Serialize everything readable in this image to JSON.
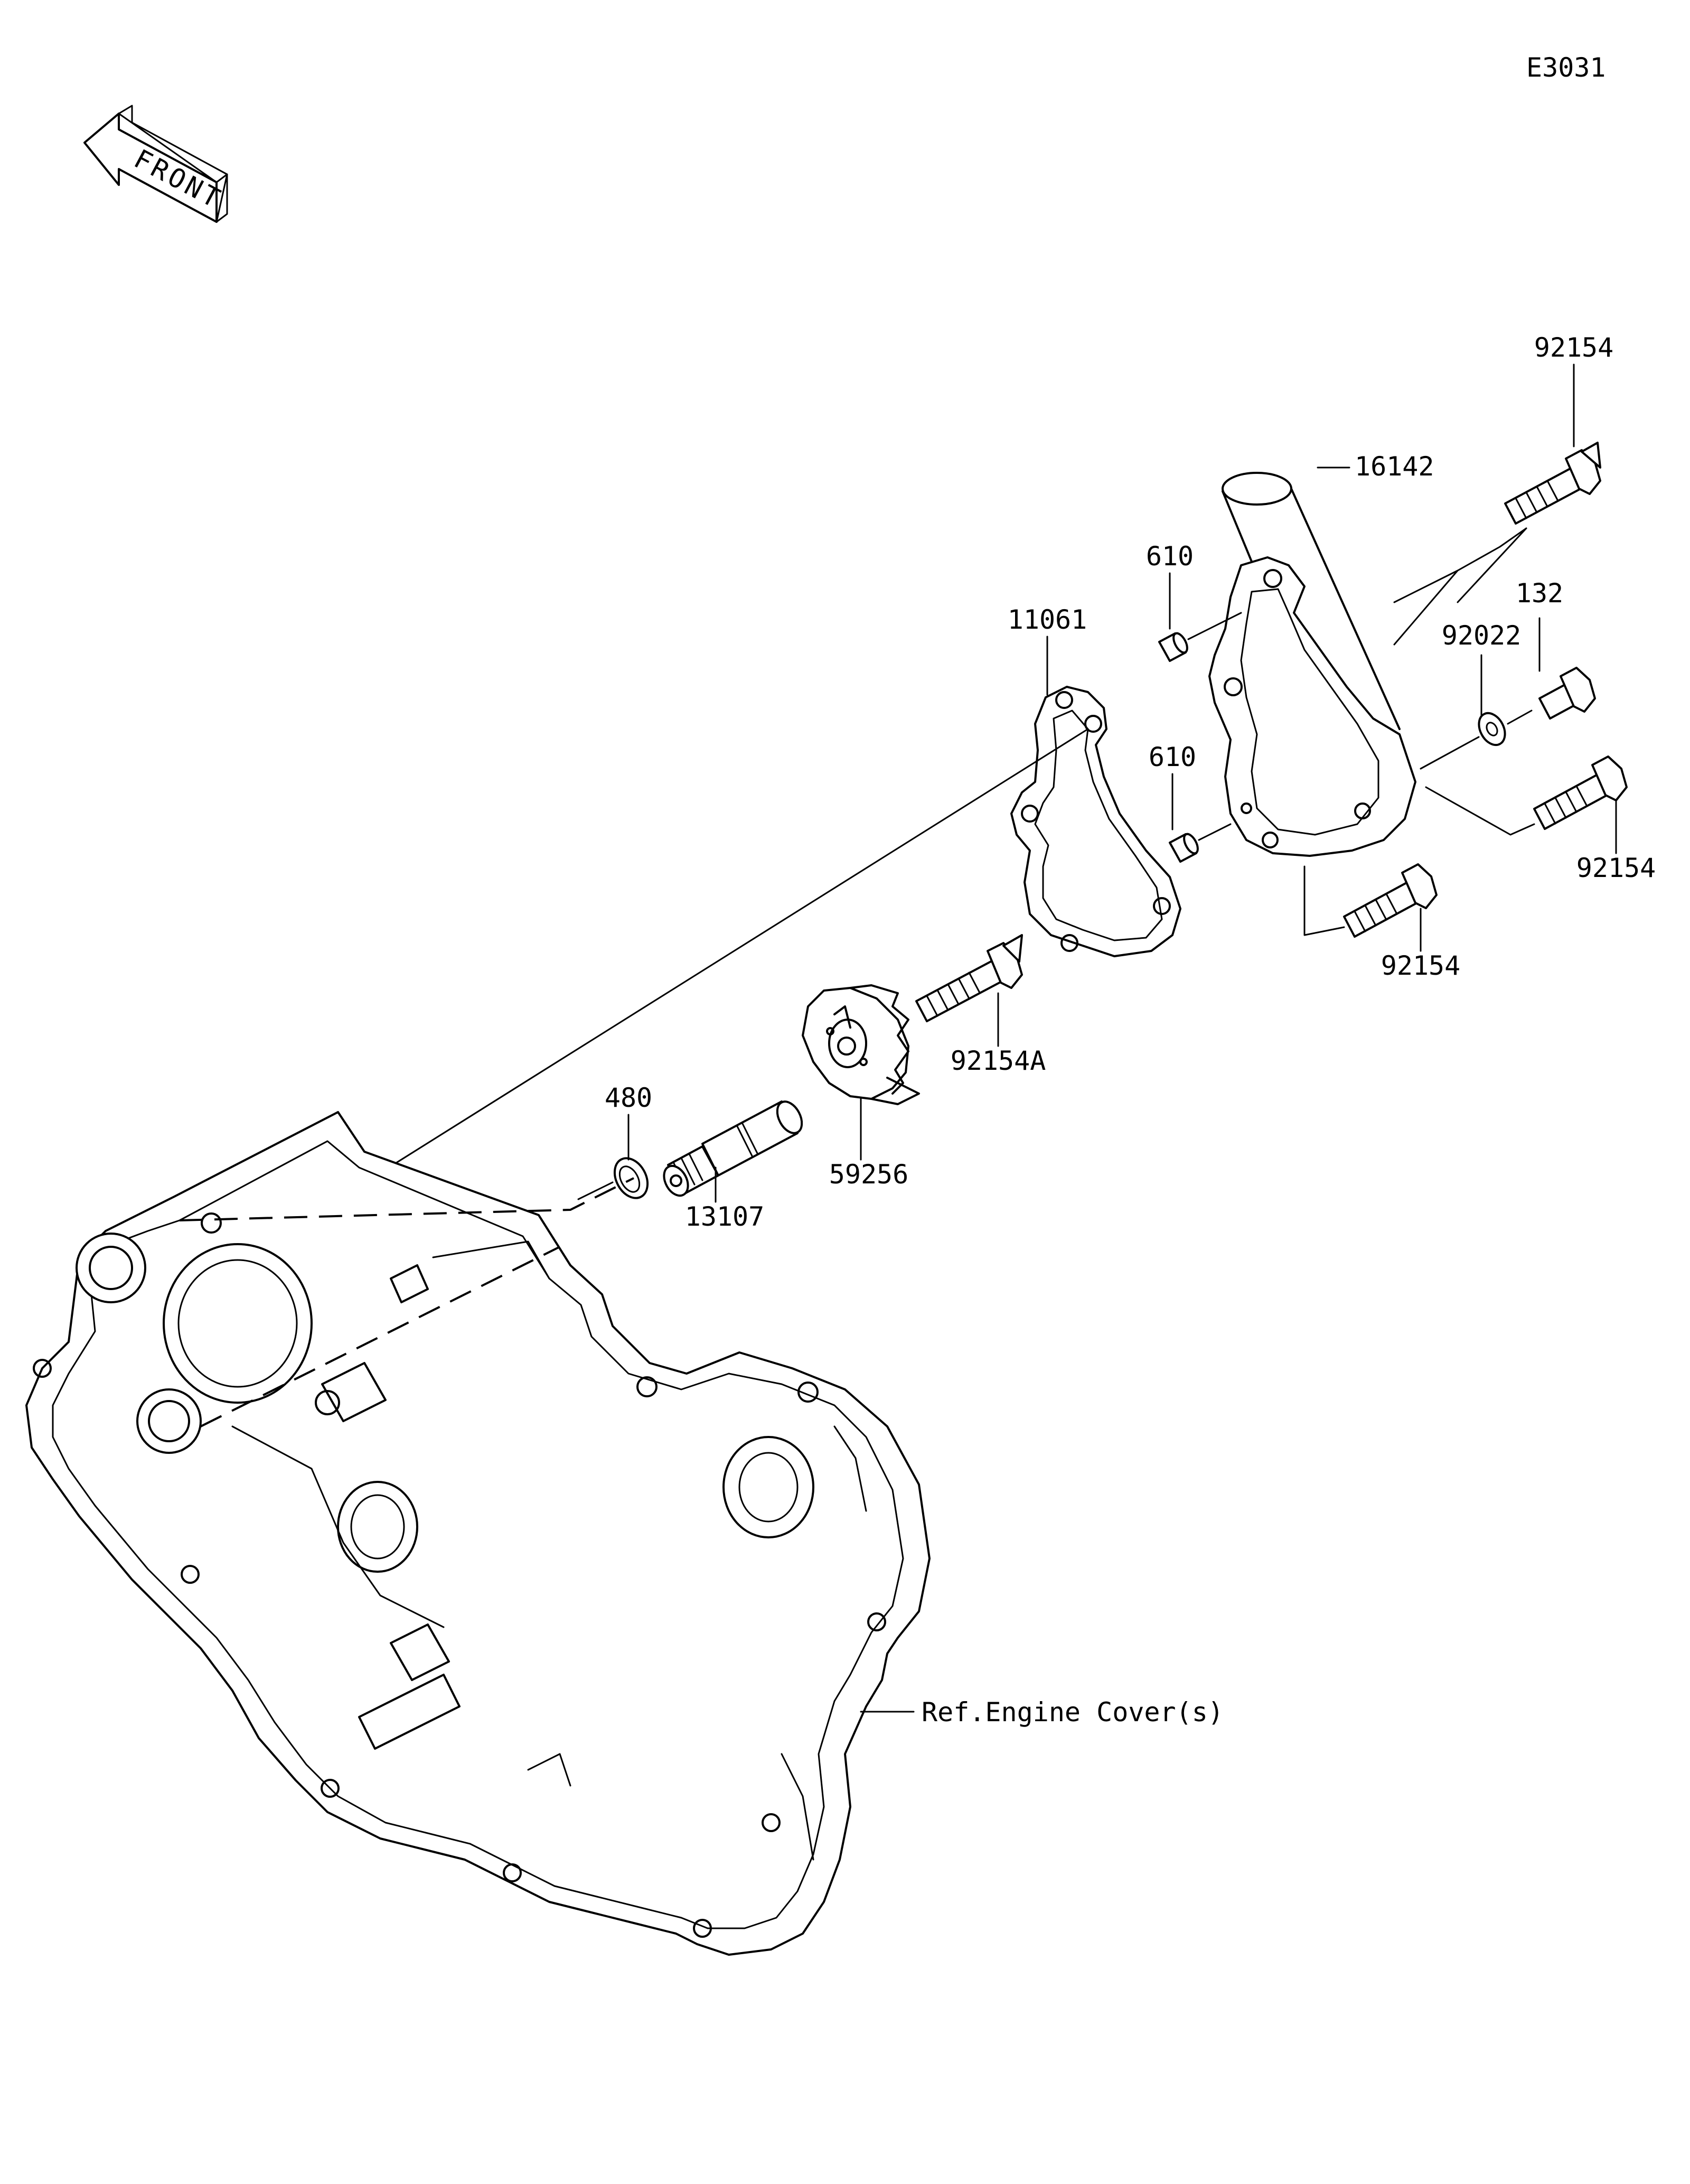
{
  "diagram_code": "E3031",
  "front_marker": "FRONT",
  "parts": [
    {
      "id": "p92154_top",
      "number": "92154"
    },
    {
      "id": "p16142",
      "number": "16142"
    },
    {
      "id": "p610_upper",
      "number": "610"
    },
    {
      "id": "p132",
      "number": "132"
    },
    {
      "id": "p92022",
      "number": "92022"
    },
    {
      "id": "p11061",
      "number": "11061"
    },
    {
      "id": "p610_lower",
      "number": "610"
    },
    {
      "id": "p92154_right",
      "number": "92154"
    },
    {
      "id": "p92154_bottom",
      "number": "92154"
    },
    {
      "id": "p92154A",
      "number": "92154A"
    },
    {
      "id": "p480",
      "number": "480"
    },
    {
      "id": "p13107",
      "number": "13107"
    },
    {
      "id": "p59256",
      "number": "59256"
    }
  ],
  "reference": "Ref.Engine Cover(s)"
}
